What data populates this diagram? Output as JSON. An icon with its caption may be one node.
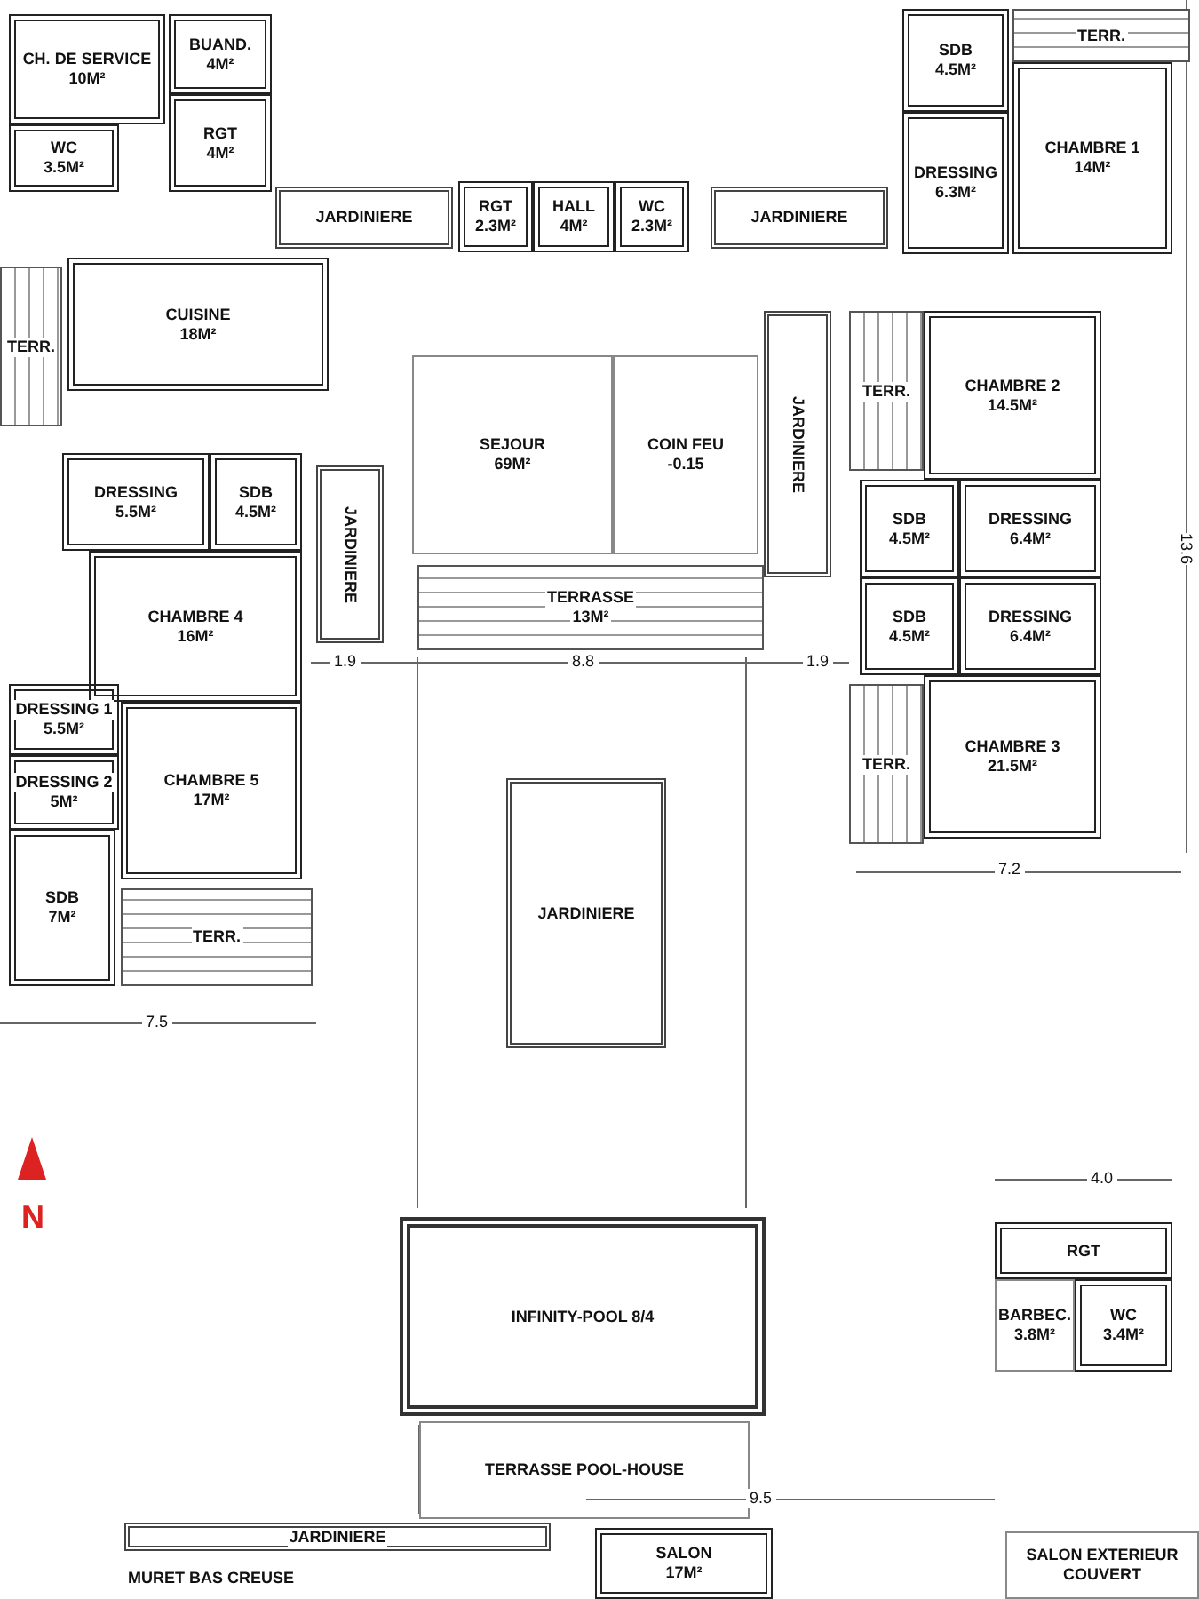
{
  "diagram": {
    "nodes": [
      {
        "text": [
          "CH. DE SERVICE",
          "10M²"
        ]
      },
      {
        "text": [
          "BUAND.",
          "4M²"
        ]
      },
      {
        "text": [
          "RGT",
          "4M²"
        ]
      },
      {
        "text": [
          "WC",
          "3.5M²"
        ]
      },
      {
        "text": [
          "JARDINIERE"
        ]
      },
      {
        "text": [
          "RGT",
          "2.3M²"
        ]
      },
      {
        "text": [
          "HALL",
          "4M²"
        ]
      },
      {
        "text": [
          "WC",
          "2.3M²"
        ]
      },
      {
        "text": [
          "JARDINIERE"
        ]
      },
      {
        "text": [
          "SDB",
          "4.5M²"
        ]
      },
      {
        "text": [
          "TERR."
        ]
      },
      {
        "text": [
          "DRESSING",
          "6.3M²"
        ]
      },
      {
        "text": [
          "CHAMBRE 1",
          "14M²"
        ]
      },
      {
        "text": [
          "TERR."
        ]
      },
      {
        "text": [
          "CUISINE",
          "18M²"
        ]
      },
      {
        "text": [
          "SEJOUR",
          "69M²"
        ]
      },
      {
        "text": [
          "COIN FEU",
          "-0.15"
        ]
      },
      {
        "text": [
          "JARDINIERE"
        ]
      },
      {
        "text": [
          "TERR."
        ]
      },
      {
        "text": [
          "CHAMBRE 2",
          "14.5M²"
        ]
      },
      {
        "text": [
          "SDB",
          "4.5M²"
        ]
      },
      {
        "text": [
          "DRESSING",
          "6.4M²"
        ]
      },
      {
        "text": [
          "SDB",
          "4.5M²"
        ]
      },
      {
        "text": [
          "DRESSING",
          "6.4M²"
        ]
      },
      {
        "text": [
          "TERR."
        ]
      },
      {
        "text": [
          "CHAMBRE 3",
          "21.5M²"
        ]
      },
      {
        "text": [
          "DRESSING",
          "5.5M²"
        ]
      },
      {
        "text": [
          "SDB",
          "4.5M²"
        ]
      },
      {
        "text": [
          "JARDINIERE"
        ]
      },
      {
        "text": [
          "CHAMBRE 4",
          "16M²"
        ]
      },
      {
        "text": [
          "TERRASSE",
          "13M²"
        ]
      },
      {
        "text": [
          "DRESSING 1",
          "5.5M²"
        ]
      },
      {
        "text": [
          "DRESSING 2",
          "5M²"
        ]
      },
      {
        "text": [
          "CHAMBRE 5",
          "17M²"
        ]
      },
      {
        "text": [
          "SDB",
          "7M²"
        ]
      },
      {
        "text": [
          "TERR."
        ]
      },
      {
        "text": [
          "JARDINIERE"
        ]
      },
      {
        "text": [
          "INFINITY-POOL 8/4"
        ]
      },
      {
        "text": [
          "TERRASSE POOL-HOUSE"
        ]
      },
      {
        "text": [
          "RGT"
        ]
      },
      {
        "text": [
          "BARBEC.",
          "3.8M²"
        ]
      },
      {
        "text": [
          "WC",
          "3.4M²"
        ]
      },
      {
        "text": [
          "JARDINIERE"
        ]
      },
      {
        "text": [
          "SALON",
          "17M²"
        ]
      },
      {
        "text": [
          "SALON EXTERIEUR COUVERT"
        ]
      }
    ],
    "labels": [
      "13.6",
      "1.9",
      "8.8",
      "1.9",
      "7.2",
      "7.5",
      "N",
      "4.0",
      "9.5",
      "MURET BAS CREUSE"
    ]
  }
}
